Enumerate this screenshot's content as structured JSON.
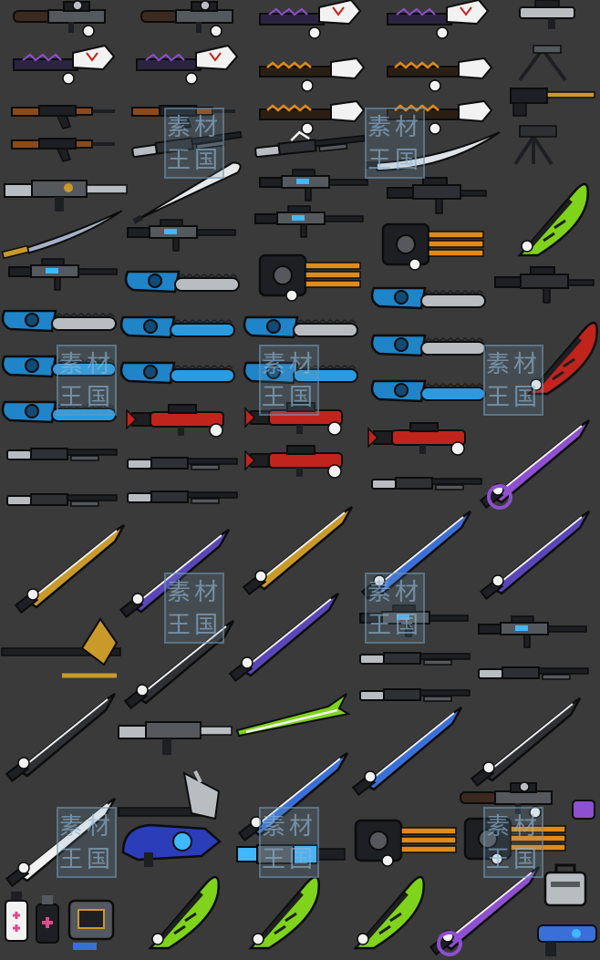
{
  "sheet": {
    "background": "#3a3a3a"
  },
  "watermark": {
    "text_line1": "素材",
    "text_line2": "王国"
  },
  "palette": {
    "metal": "#b9bcc0",
    "dark": "#1d1f22",
    "mid": "#55585c",
    "wood": "#8a4a1c",
    "blue": "#1f84c8",
    "blue_dark": "#124a73",
    "red": "#c0241c",
    "lime": "#7fd31a",
    "purple": "#8e4fd0",
    "gold": "#c99a2a",
    "orange": "#e08a1a",
    "cyan": "#3fb8ff",
    "outline": "#0c0c0c",
    "white": "#f2f2f2"
  },
  "items": [
    "rocket-launcher",
    "rocket-launcher",
    "dragon-launcher",
    "dragon-launcher",
    "scoped-pistol",
    "dragon-launcher",
    "dragon-launcher",
    "flame-launcher",
    "flame-launcher",
    "bipod",
    "assault-rifle",
    "assault-rifle",
    "flame-launcher",
    "flame-launcher",
    "machine-gun",
    "assault-rifle",
    "pump-shotgun",
    "dragon-shotgun",
    "curved-sword",
    "tripod-gun",
    "heavy-rifle",
    "baseball-bat",
    "blue-rifle",
    "smg",
    "katana",
    "blue-rifle",
    "lime-scythe",
    "blue-rifle",
    "blue-chainsaw",
    "gatling-gun",
    "gatling-gun",
    "smg",
    "blue-chainsaw",
    "blue-chainsaw",
    "blue-chainsaw",
    "blue-chainsaw",
    "blue-chainsaw",
    "blue-chainsaw",
    "blue-chainsaw",
    "blue-chainsaw",
    "blue-chainsaw",
    "red-scythe",
    "blue-chainsaw",
    "red-bazooka",
    "red-bazooka",
    "red-bazooka",
    "pump-shotgun",
    "pump-shotgun",
    "red-bazooka",
    "pump-shotgun",
    "purple-sword",
    "pump-shotgun",
    "pump-shotgun",
    "gold-blade",
    "purple-blade",
    "gold-blade",
    "blue-blade",
    "purple-blade",
    "battle-axe",
    "black-blade",
    "purple-blade",
    "blue-rifle",
    "blue-rifle",
    "pump-shotgun",
    "pump-shotgun",
    "pump-shotgun",
    "black-blade",
    "heavy-rifle",
    "lime-leek",
    "crossbow-axe",
    "blue-blade",
    "blue-blade",
    "black-blade",
    "rocket-launcher",
    "black-blade",
    "blue-blaster",
    "blue-grenade-launcher",
    "gatling-gun",
    "gatling-gun",
    "purple-item",
    "pink-potion",
    "pink-potion",
    "ammo-box",
    "lime-scythe",
    "lime-scythe",
    "lime-scythe",
    "purple-sword",
    "toolbox",
    "blue-pistol"
  ]
}
